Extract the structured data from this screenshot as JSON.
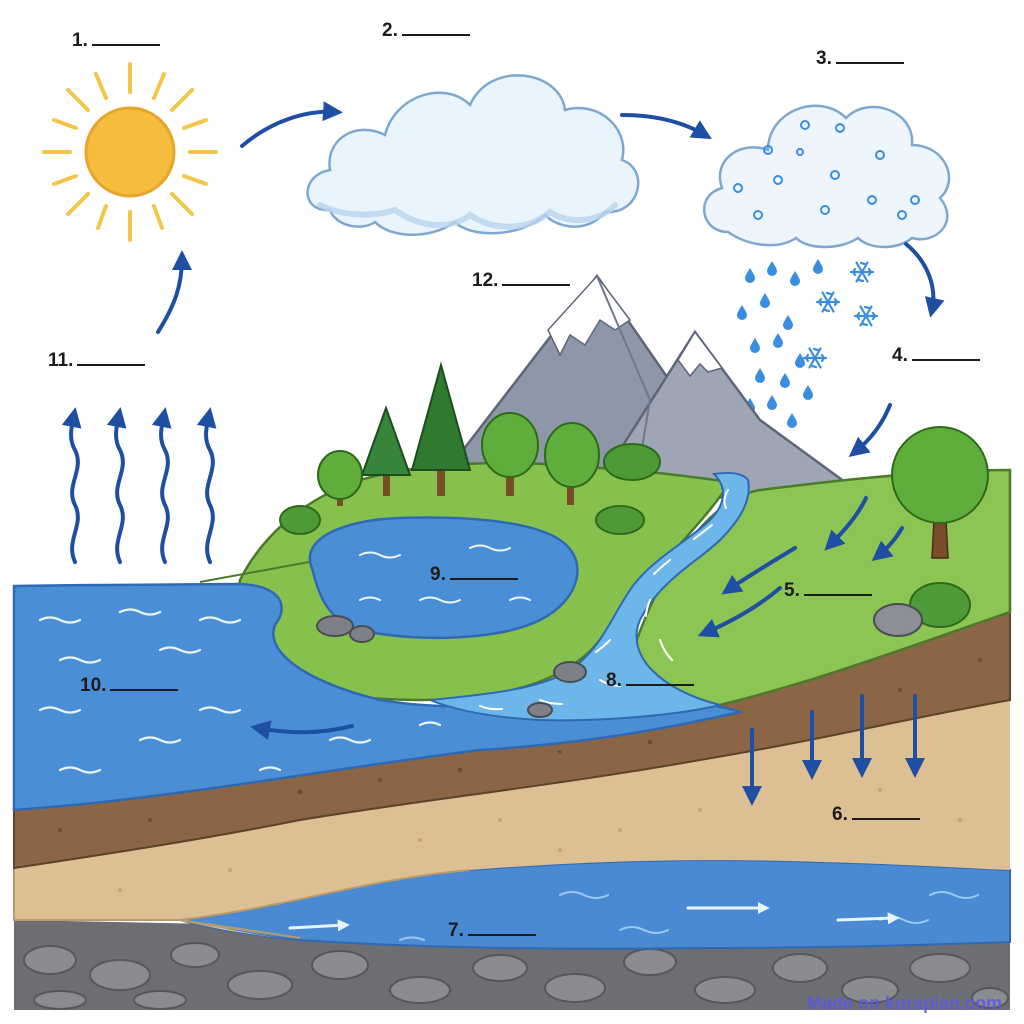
{
  "labels": {
    "l1": "1.",
    "l2": "2.",
    "l3": "3.",
    "l4": "4.",
    "l5": "5.",
    "l6": "6.",
    "l7": "7.",
    "l8": "8.",
    "l9": "9.",
    "l10": "10.",
    "l11": "11.",
    "l12": "12."
  },
  "watermark": "Made on kuraplan.com",
  "colors": {
    "sky": "#ffffff",
    "sun": "#f6bd3c",
    "sun_ray": "#f3c64a",
    "cloud_fill": "#e6f1fb",
    "cloud_stroke": "#7ea8cf",
    "arrow": "#1f4fa3",
    "ocean": "#4a8fd6",
    "river": "#6db6ea",
    "grass": "#86c14e",
    "mountain": "#8e97a8",
    "snow": "#ffffff",
    "soil": "#8a6646",
    "sand": "#dcbf93",
    "groundwater": "#4a8ad2",
    "bedrock": "#6c6e72"
  },
  "icons": [
    "sun-icon",
    "cloud-icon",
    "rain-cloud-icon",
    "raindrop-icon",
    "snowflake-icon",
    "mountain-icon",
    "tree-icon",
    "rock-icon",
    "arrow-icon"
  ]
}
